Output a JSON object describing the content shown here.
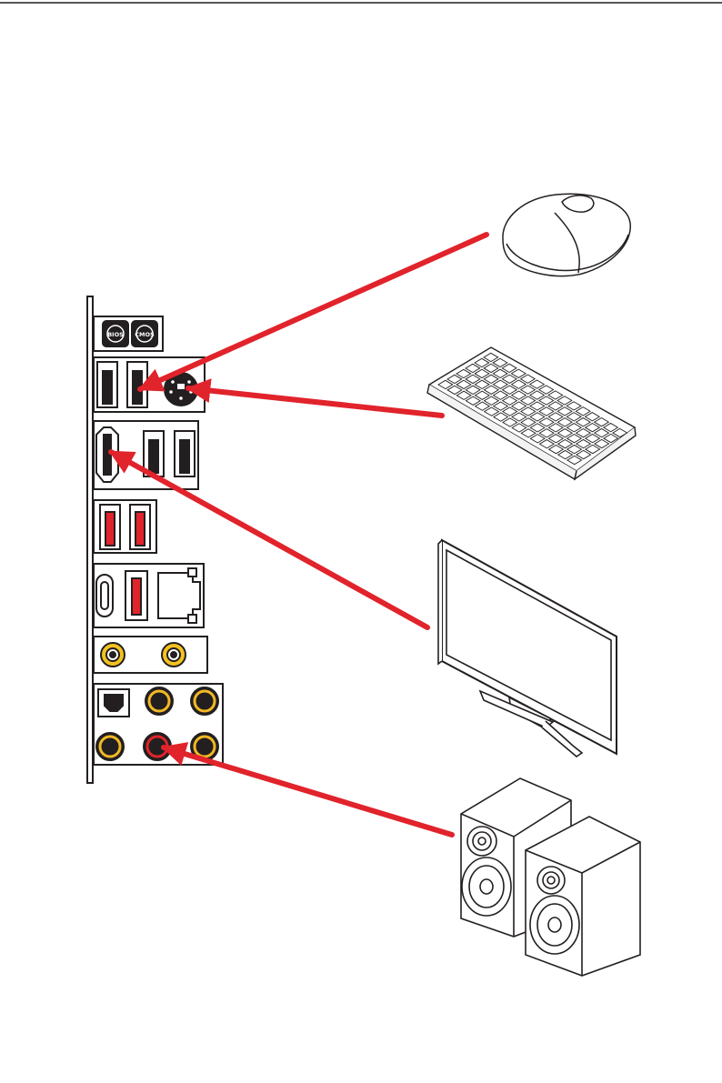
{
  "diagram": {
    "colors": {
      "arrow": "#e1232b",
      "outline": "#231f20",
      "port_fill": "#231f20",
      "usb_accent": "#e1232b",
      "audio_ring": "#f2b824",
      "antenna_gold": "#f4c21f",
      "panel_fill": "#ffffff"
    },
    "io_panel": {
      "button_labels": {
        "bios": "BIOS",
        "cmos": "CMOS"
      },
      "port_icons": [
        "bios-flashback-icon",
        "clear-cmos-icon",
        "usb-a-port",
        "ps2-port",
        "hdmi-port",
        "usb-c-port",
        "lan-port",
        "wifi-antenna-connector",
        "optical-spdif-port",
        "audio-jack"
      ]
    },
    "devices": {
      "mouse": "mouse-icon",
      "keyboard": "keyboard-icon",
      "monitor": "monitor-icon",
      "speakers": "speakers-icon"
    },
    "connections": [
      {
        "from": "mouse",
        "to": "usb-a-port"
      },
      {
        "from": "keyboard",
        "to": "ps2-port"
      },
      {
        "from": "monitor",
        "to": "hdmi-port"
      },
      {
        "from": "speakers",
        "to": "audio-line-out"
      }
    ]
  }
}
